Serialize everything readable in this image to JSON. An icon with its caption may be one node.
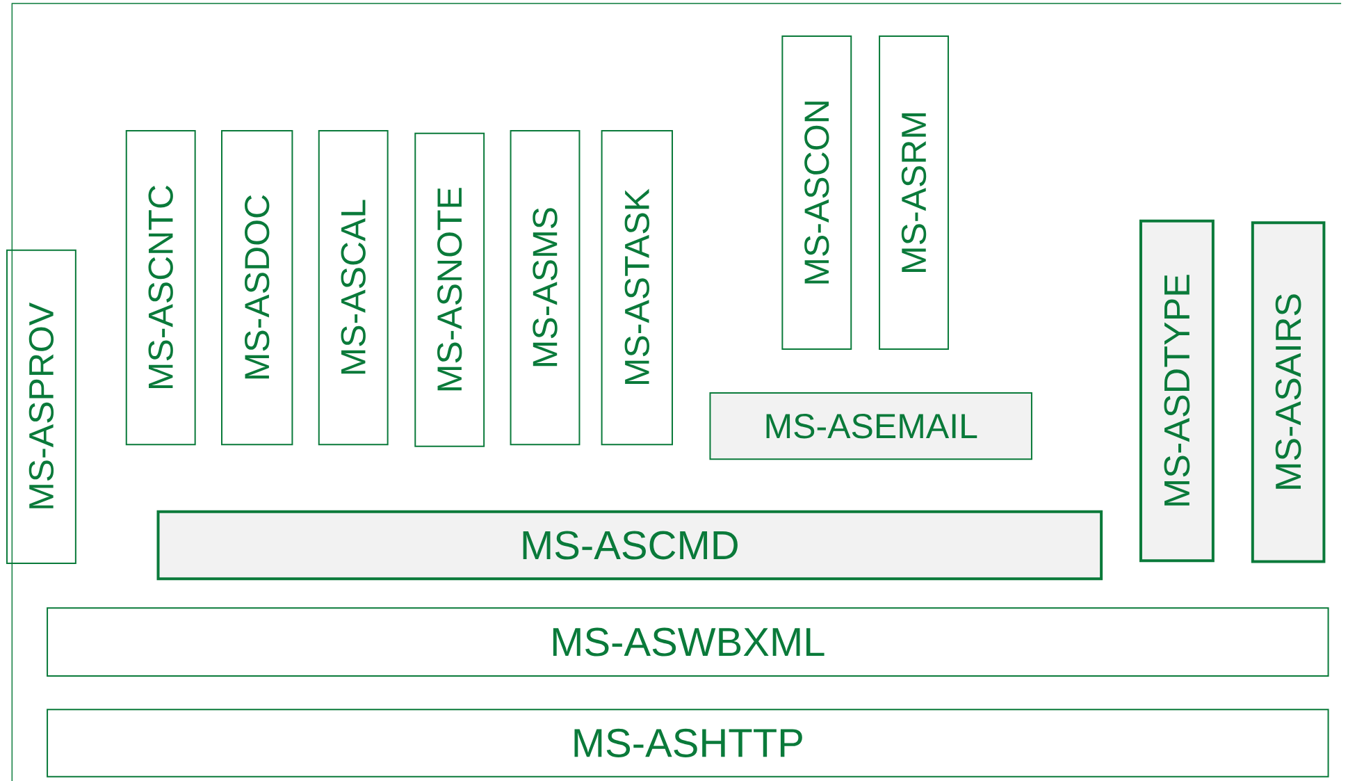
{
  "diagram": {
    "nodes": [
      {
        "text": [
          "MS-ASPROV"
        ]
      },
      {
        "text": [
          "MS-ASCNTC"
        ]
      },
      {
        "text": [
          "MS-ASDOC"
        ]
      },
      {
        "text": [
          "MS-ASCAL"
        ]
      },
      {
        "text": [
          "MS-ASNOTE"
        ]
      },
      {
        "text": [
          "MS-ASMS"
        ]
      },
      {
        "text": [
          "MS-ASTASK"
        ]
      },
      {
        "text": [
          "MS-ASCON"
        ]
      },
      {
        "text": [
          "MS-ASRM"
        ]
      },
      {
        "text": [
          "MS-ASEMAIL"
        ]
      },
      {
        "text": [
          "MS-ASCMD"
        ]
      },
      {
        "text": [
          "MS-ASDTYPE"
        ]
      },
      {
        "text": [
          "MS-ASAIRS"
        ]
      },
      {
        "text": [
          "MS-ASWBXML"
        ]
      },
      {
        "text": [
          "MS-ASHTTP"
        ]
      }
    ]
  }
}
